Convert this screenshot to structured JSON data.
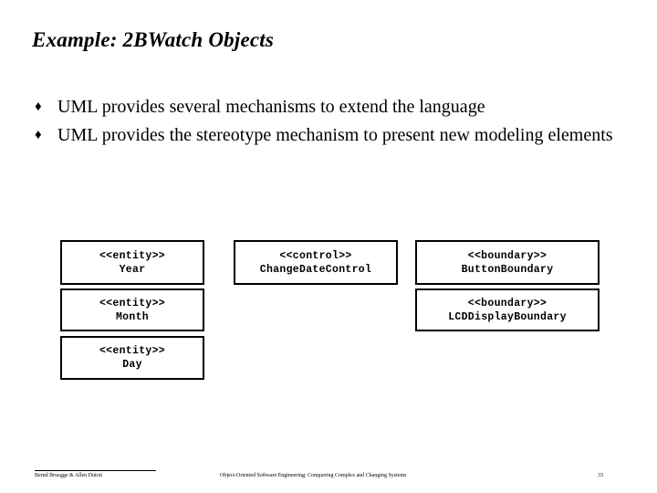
{
  "slide": {
    "title": "Example: 2BWatch Objects",
    "background_color": "#ffffff",
    "text_color": "#000000"
  },
  "bullets": [
    {
      "marker": "♦",
      "marker_name": "diamond-bullet",
      "text": "UML provides several mechanisms to extend the language"
    },
    {
      "marker": "♦",
      "marker_name": "diamond-bullet",
      "text": "UML provides the stereotype mechanism to present new modeling elements"
    }
  ],
  "diagram": {
    "type": "uml-class-diagram",
    "boxes": [
      {
        "stereotype": "<<entity>>",
        "name": "Year"
      },
      {
        "stereotype": "<<entity>>",
        "name": "Month"
      },
      {
        "stereotype": "<<entity>>",
        "name": "Day"
      },
      {
        "stereotype": "<<control>>",
        "name": "ChangeDateControl"
      },
      {
        "stereotype": "<<boundary>>",
        "name": "ButtonBoundary"
      },
      {
        "stereotype": "<<boundary>>",
        "name": "LCDDisplayBoundary"
      }
    ]
  },
  "footer": {
    "author": "Bernd Bruegge & Allen Dutoit",
    "book": "Object-Oriented Software Engineering: Conquering Complex and Changing Systems",
    "page": "33"
  }
}
